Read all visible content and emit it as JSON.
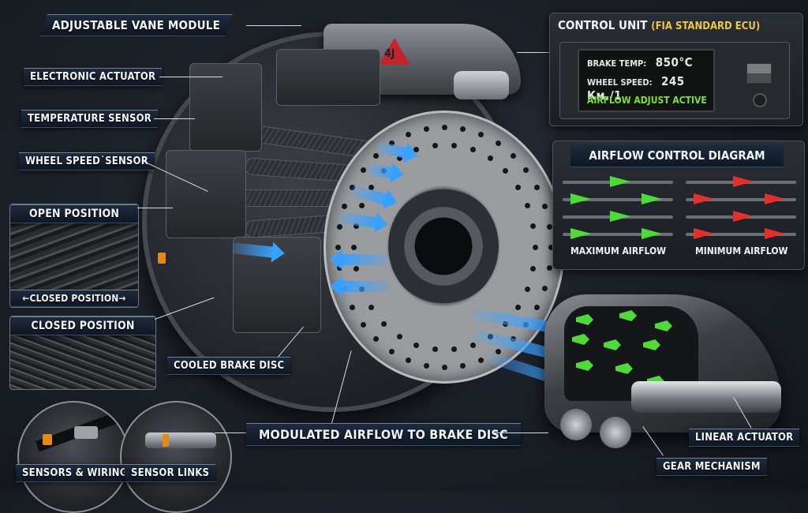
{
  "labels": {
    "adjustable_vane_module": "ADJUSTABLE VANE MODULE",
    "electronic_actuator": "ELECTRONIC ACTUATOR",
    "temperature_sensor": "TEMPERATURE SENSOR",
    "wheel_speed_sensor": "WHEEL SPEED˙SENSOR",
    "open_position": "OPEN POSITION",
    "closed_position_sub": "←CLOSED POSITION→",
    "closed_position": "CLOSED POSITION",
    "cooled_brake_disc": "COOLED BRAKE DISC",
    "modulated_airflow": "MODULATED AIRFLOW TO BRAKE DISC",
    "sensors_wiring": "SENSORS & WIRING",
    "sensor_links": "SENSOR LINKS",
    "linear_actuator": "LINEAR ACTUATOR",
    "gear_mechanism": "GEAR MECHANISM"
  },
  "caliper_logo": "4J",
  "control_unit": {
    "title": "CONTROL UNIT",
    "subtitle": "(FIA STANDARD ECU)",
    "brake_temp_label": "BRAKE TEMP:",
    "brake_temp_value": "850°C",
    "wheel_speed_label": "WHEEL SPEED:",
    "wheel_speed_value": "245 Км./1",
    "status": "AIRFLOW ADJUST ACTIVE"
  },
  "airflow_diagram": {
    "title": "AIRFLOW CONTROL DIAGRAM",
    "max_label": "MAXIMUM AIRFLOW",
    "min_label": "MINIMUM AIRFLOW"
  },
  "colors": {
    "airflow_blue": "#3aa0ff",
    "max_airflow_green": "#4fd93a",
    "min_airflow_red": "#e2302a",
    "status_green": "#7ddf3a",
    "ecu_subtitle_yellow": "#e8c74a",
    "logo_red": "#c0262b"
  }
}
